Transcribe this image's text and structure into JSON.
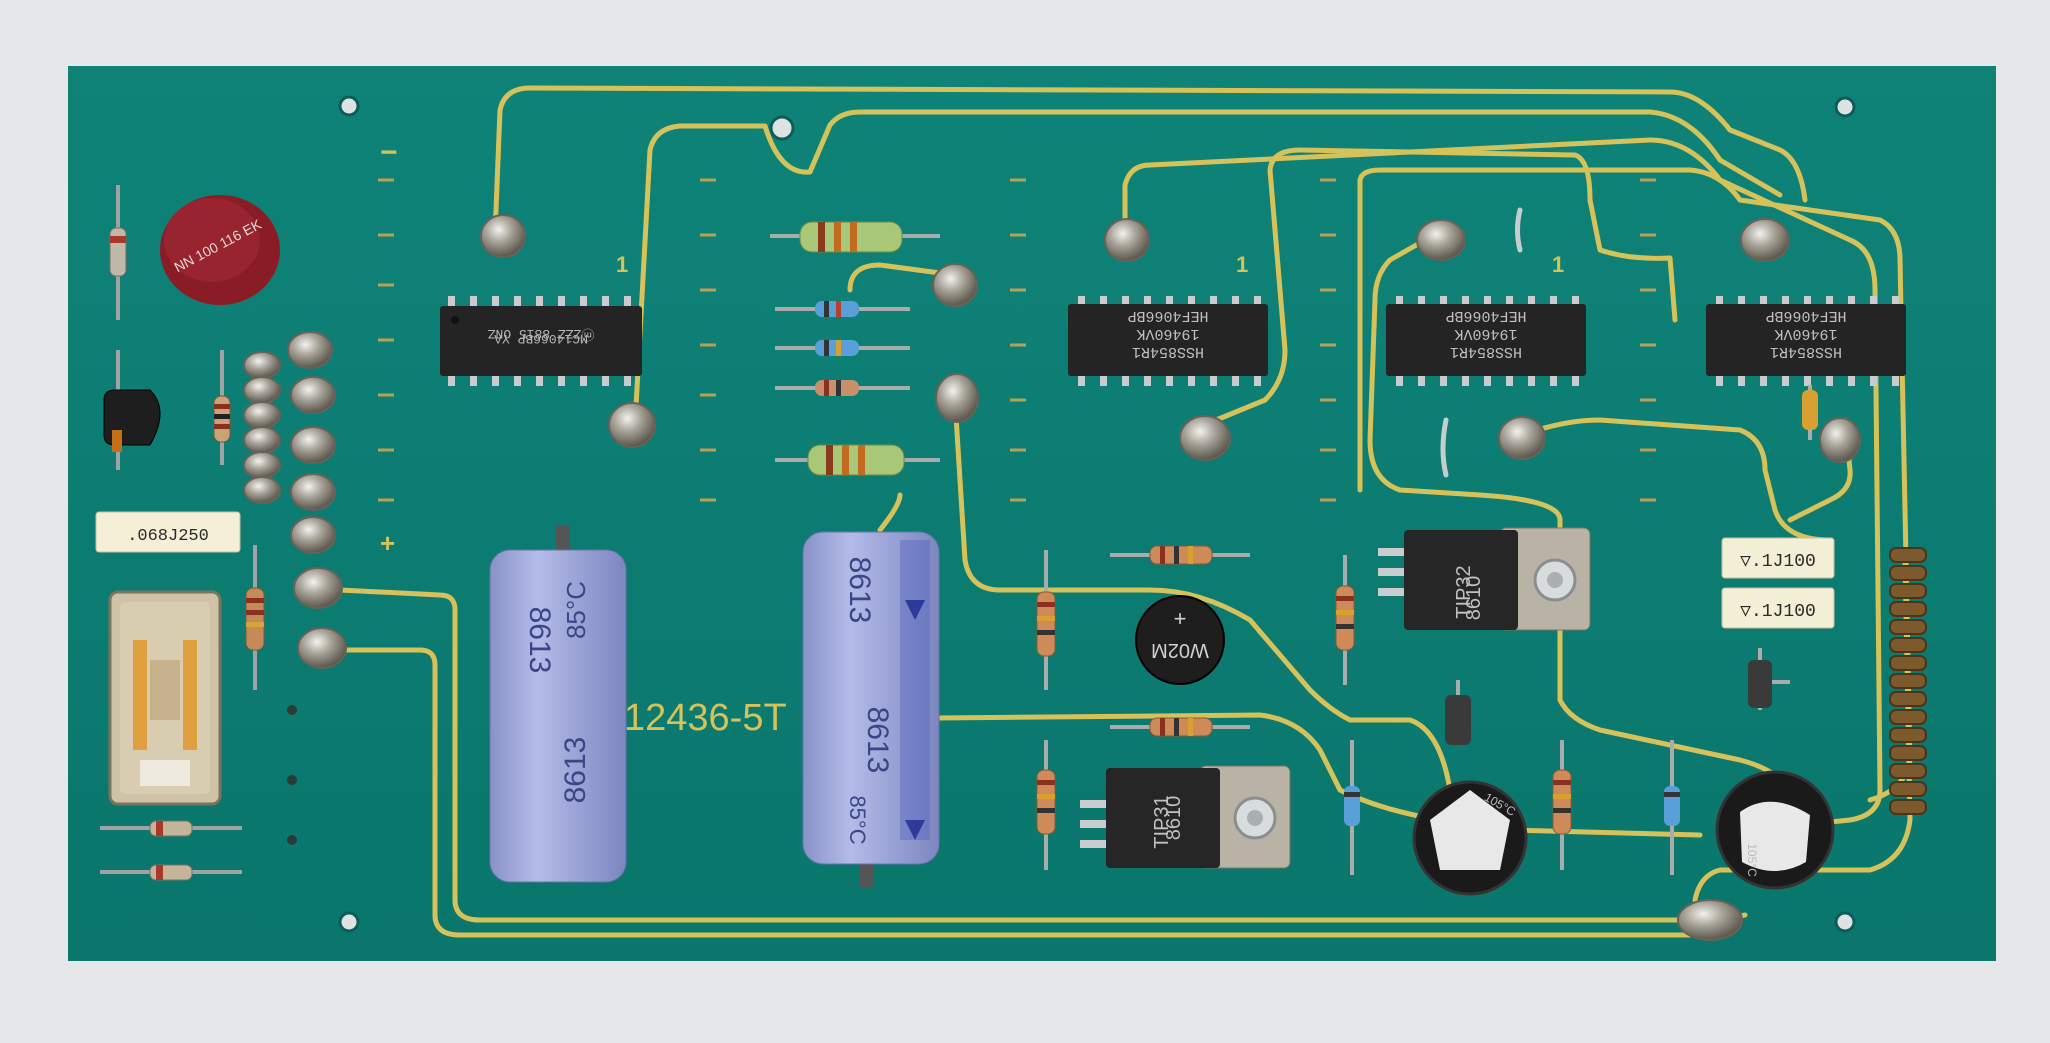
{
  "board": {
    "silkscreen_code": "12436-5T",
    "pin1_marks": [
      "1",
      "1",
      "1"
    ],
    "polarity_minus": "−",
    "polarity_plus": "+"
  },
  "chips": [
    {
      "line1": "MC14066BP YA",
      "line2": "ⓜZZZ 8815 ONZ"
    },
    {
      "line1": "HEF4066BP",
      "line2": "19460VK",
      "line3": "HSS854R1"
    },
    {
      "line1": "HEF4066BP",
      "line2": "19460VK",
      "line3": "HSS854R1"
    },
    {
      "line1": "HEF4066BP",
      "line2": "19460VK",
      "line3": "HSS854R1"
    }
  ],
  "transistors": [
    {
      "code": "8610",
      "name": "TIP32"
    },
    {
      "code": "8610",
      "name": "TIP31"
    }
  ],
  "film_capacitors": [
    {
      "text": ".068J250"
    },
    {
      "text": "▽.1J100"
    },
    {
      "text": "▽.1J100"
    }
  ],
  "electrolytic_capacitors": [
    {
      "code1": "8613",
      "code2": "8613",
      "temp": "85°C"
    },
    {
      "code1": "8613",
      "code2": "8613",
      "temp": "85°C"
    }
  ],
  "bridge_rectifier": {
    "text": "W02M",
    "plus": "+"
  },
  "varistor": {
    "text": "NN 100 116 EK"
  },
  "small_caps": [
    {
      "text": "105°C"
    },
    {
      "text": "105°C"
    }
  ]
}
